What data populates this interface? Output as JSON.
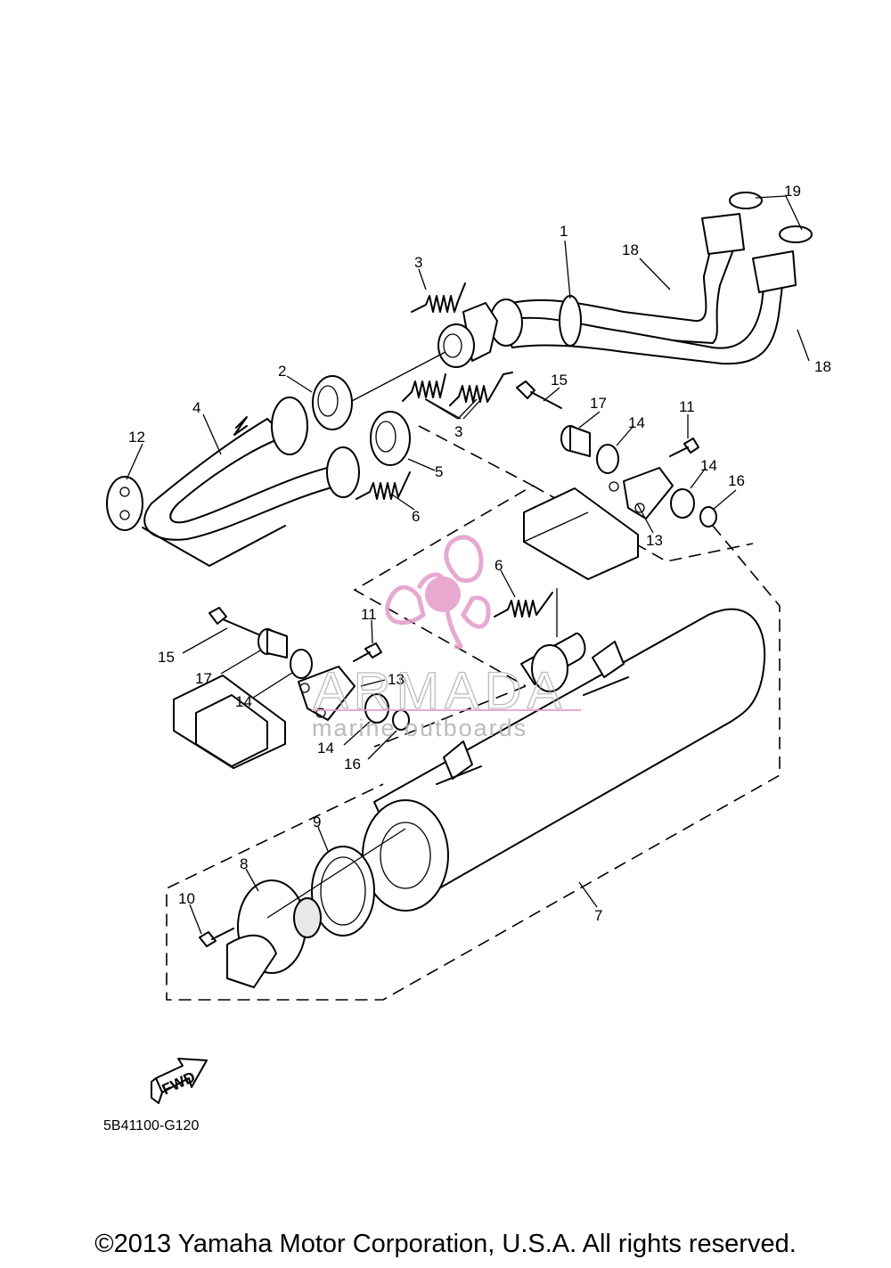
{
  "diagram_code": "5B41100-G120",
  "copyright": "©2013 Yamaha Motor Corporation, U.S.A. All rights reserved.",
  "fwd_label": "FWD",
  "watermark": {
    "brand": "ARMADA",
    "tagline": "marine outboards",
    "color": "#e39bc8",
    "icon": "propeller-logo-icon"
  },
  "callouts": {
    "c1": "1",
    "c2": "2",
    "c3a": "3",
    "c3b": "3",
    "c4": "4",
    "c5": "5",
    "c6a": "6",
    "c6b": "6",
    "c7": "7",
    "c8": "8",
    "c9": "9",
    "c10": "10",
    "c11a": "11",
    "c11b": "11",
    "c12": "12",
    "c13a": "13",
    "c13b": "13",
    "c14a": "14",
    "c14b": "14",
    "c14c": "14",
    "c14d": "14",
    "c15a": "15",
    "c15b": "15",
    "c16a": "16",
    "c16b": "16",
    "c17a": "17",
    "c17b": "17",
    "c18a": "18",
    "c18b": "18",
    "c19": "19"
  }
}
